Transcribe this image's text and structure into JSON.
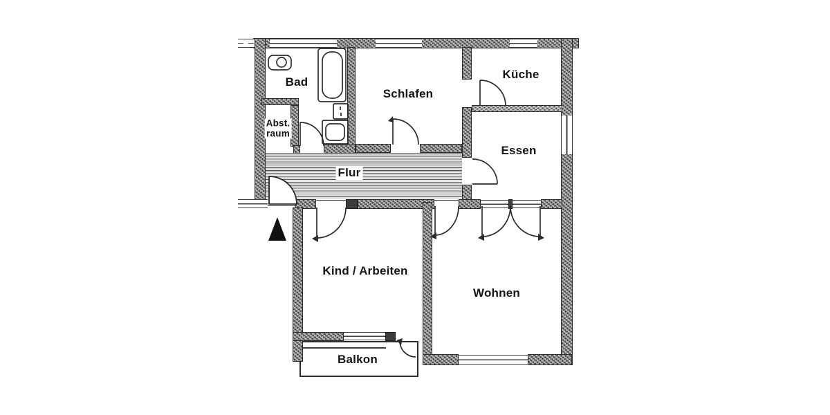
{
  "plan": {
    "rooms": {
      "bad": "Bad",
      "abstellraum_line1": "Abst.",
      "abstellraum_line2": "raum",
      "schlafen": "Schlafen",
      "kueche": "Küche",
      "essen": "Essen",
      "flur": "Flur",
      "kind_arbeiten": "Kind / Arbeiten",
      "wohnen": "Wohnen",
      "balkon": "Balkon"
    },
    "colors": {
      "background": "#ffffff",
      "wall": "#6e6e6e",
      "wall_dark": "#3c3c3c",
      "line": "#2c2c2c",
      "ink": "#111111"
    },
    "icons": [
      "north-arrow",
      "toilet",
      "bathtub",
      "washbasin",
      "cistern"
    ]
  }
}
